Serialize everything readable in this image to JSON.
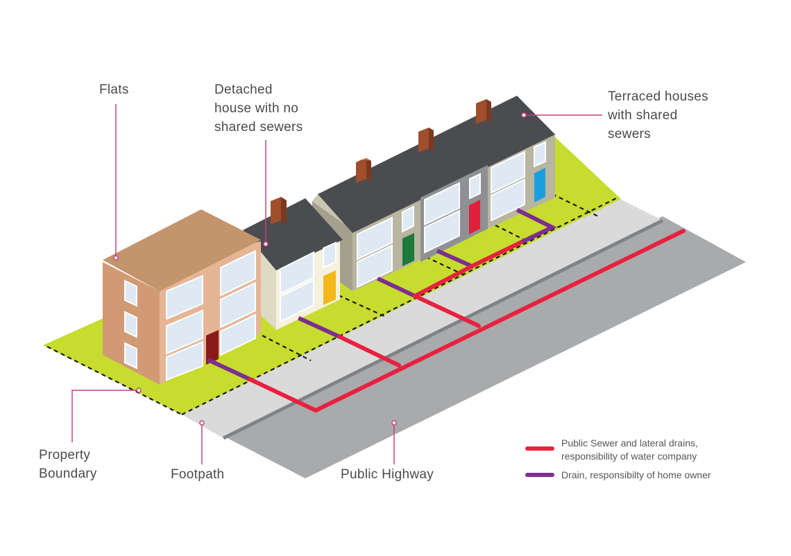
{
  "labels": {
    "flats": [
      "Flats"
    ],
    "detached": [
      "Detached",
      "house with no",
      "shared sewers"
    ],
    "terraced": [
      "Terraced houses",
      "with shared",
      "sewers"
    ],
    "property_boundary": [
      "Property",
      "Boundary"
    ],
    "footpath": [
      "Footpath"
    ],
    "highway": [
      "Public Highway"
    ]
  },
  "legend": {
    "public_sewer": [
      "Public Sewer and lateral drains,",
      "responsibility of water company"
    ],
    "drain": [
      "Drain, responsibilty of home owner"
    ]
  },
  "colors": {
    "public_sewer": "#e8213f",
    "drain": "#7d2e8e",
    "callout": "#c7407f",
    "grass": "#c5dc2e",
    "footpath": "#d9d9d9",
    "road": "#a8a9ab",
    "roof_dark": "#4a4c50"
  }
}
